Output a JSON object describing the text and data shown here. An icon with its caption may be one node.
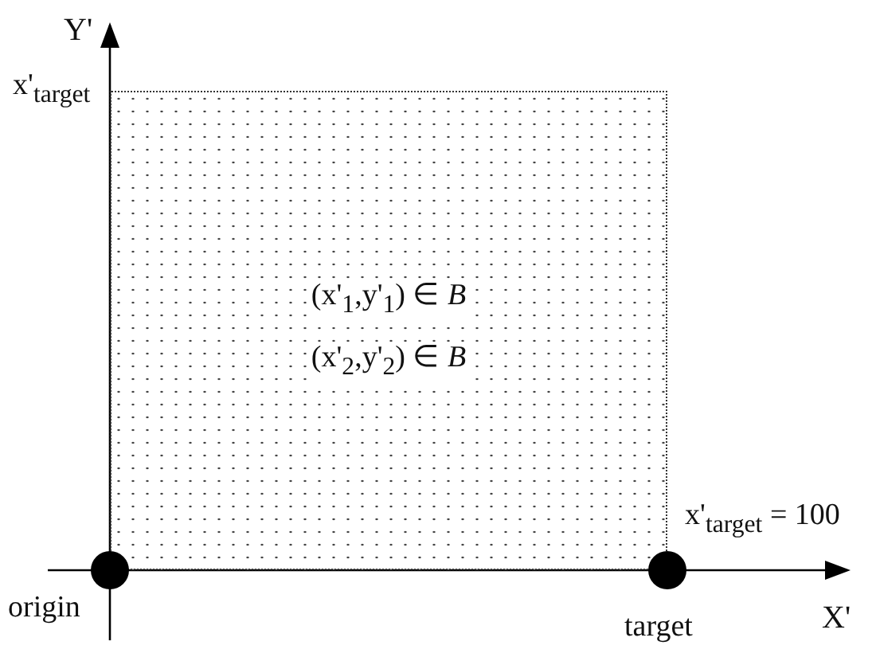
{
  "diagram": {
    "nodes": [
      {
        "text": [
          "(x'$_{1}$,y'$_{1}$) ∈ *B*",
          "(x'$_{2}$,y'$_{2}$) ∈ *B*"
        ]
      },
      {
        "text": [],
        "shape": "circle",
        "beside": [
          "origin"
        ]
      },
      {
        "text": [],
        "shape": "circle",
        "beside": [
          "target"
        ]
      }
    ],
    "labels": [
      "Y'",
      "x'$_{target}$",
      "x'$_{target}$ = 100",
      "X'"
    ]
  }
}
